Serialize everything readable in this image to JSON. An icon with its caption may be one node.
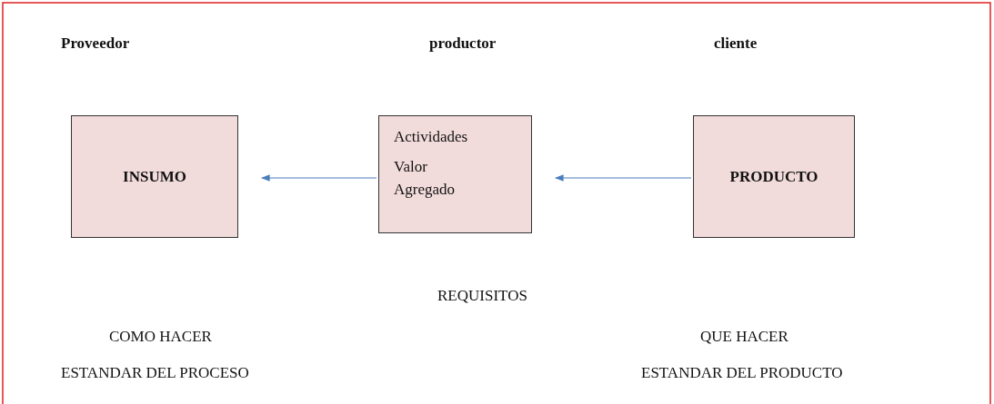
{
  "diagram": {
    "nodes": [
      {
        "text": [
          "INSUMO"
        ]
      },
      {
        "text": [
          "Actividades",
          "Valor Agregado"
        ]
      },
      {
        "text": [
          "PRODUCTO"
        ]
      }
    ],
    "edges": [
      {
        "from": 1,
        "to": 0,
        "arrow": "to"
      },
      {
        "from": 2,
        "to": 1,
        "arrow": "to"
      }
    ],
    "labels": [
      "Proveedor",
      "productor",
      "cliente",
      "REQUISITOS",
      "COMO HACER",
      "QUE HACER",
      "ESTANDAR DEL PROCESO",
      "ESTANDAR DEL PRODUCTO"
    ]
  }
}
